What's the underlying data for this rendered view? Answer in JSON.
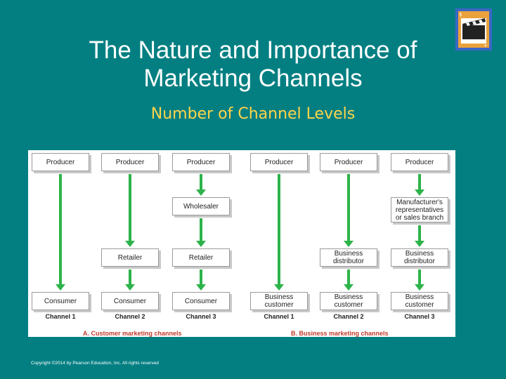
{
  "slide": {
    "title_line1": "The Nature and Importance of",
    "title_line2": "Marketing Channels",
    "subtitle": "Number of Channel Levels",
    "copyright": "Copyright ©2014 by Pearson Education, Inc. All rights reserved"
  },
  "diagram": {
    "channels": [
      {
        "producer": "Producer",
        "middle": [],
        "end": "Consumer",
        "label": "Channel 1"
      },
      {
        "producer": "Producer",
        "middle": [
          "Retailer"
        ],
        "end": "Consumer",
        "label": "Channel 2"
      },
      {
        "producer": "Producer",
        "middle": [
          "Wholesaler",
          "Retailer"
        ],
        "end": "Consumer",
        "label": "Channel 3"
      },
      {
        "producer": "Producer",
        "middle": [],
        "end": "Business\ncustomer",
        "label": "Channel 1"
      },
      {
        "producer": "Producer",
        "middle": [
          "Business\ndistributor"
        ],
        "end": "Business\ncustomer",
        "label": "Channel 2"
      },
      {
        "producer": "Producer",
        "middle": [
          "Manufacturer's\nrepresentatives\nor sales branch",
          "Business\ndistributor"
        ],
        "end": "Business\ncustomer",
        "label": "Channel 3"
      }
    ],
    "section_a": "A. Customer marketing channels",
    "section_b": "B. Business marketing channels"
  },
  "colors": {
    "background": "#037f82",
    "arrow": "#2db34a",
    "subtitle": "#ffd54a",
    "section_label": "#c0392b"
  }
}
